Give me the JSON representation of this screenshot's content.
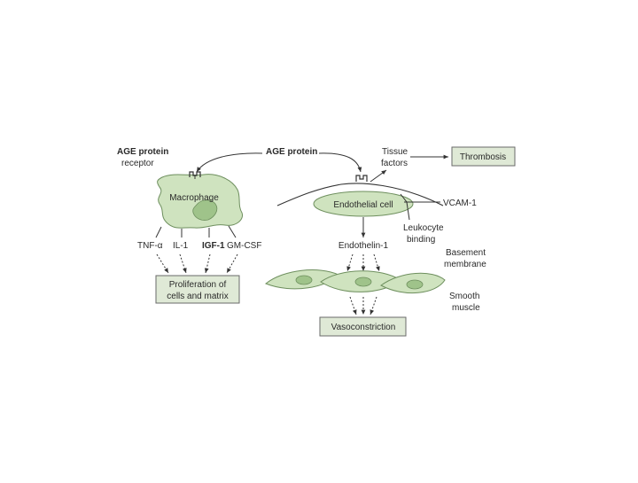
{
  "labels": {
    "age_receptor_1": "AGE protein",
    "age_receptor_2": "receptor",
    "age_protein": "AGE protein",
    "tissue_1": "Tissue",
    "tissue_2": "factors",
    "thrombosis": "Thrombosis",
    "macrophage": "Macrophage",
    "endothelial_cell": "Endothelial cell",
    "vcam": "VCAM-1",
    "leukocyte_1": "Leukocyte",
    "leukocyte_2": "binding",
    "tnf": "TNF-α",
    "il1": "IL-1",
    "igf1": "IGF-1",
    "gmcsf": "GM-CSF",
    "endothelin": "Endothelin-1",
    "basement_1": "Basement",
    "basement_2": "membrane",
    "prolif_1": "Proliferation of",
    "prolif_2": "cells and matrix",
    "smooth_1": "Smooth",
    "smooth_2": "muscle",
    "vasoconstriction": "Vasoconstriction"
  },
  "colors": {
    "cell_fill": "#cfe3bf",
    "cell_stroke": "#6e8f5e",
    "nucleus_fill": "#9fc38a",
    "box_fill": "#dfe9d6",
    "box_stroke": "#6a6a6a",
    "line": "#333333"
  }
}
